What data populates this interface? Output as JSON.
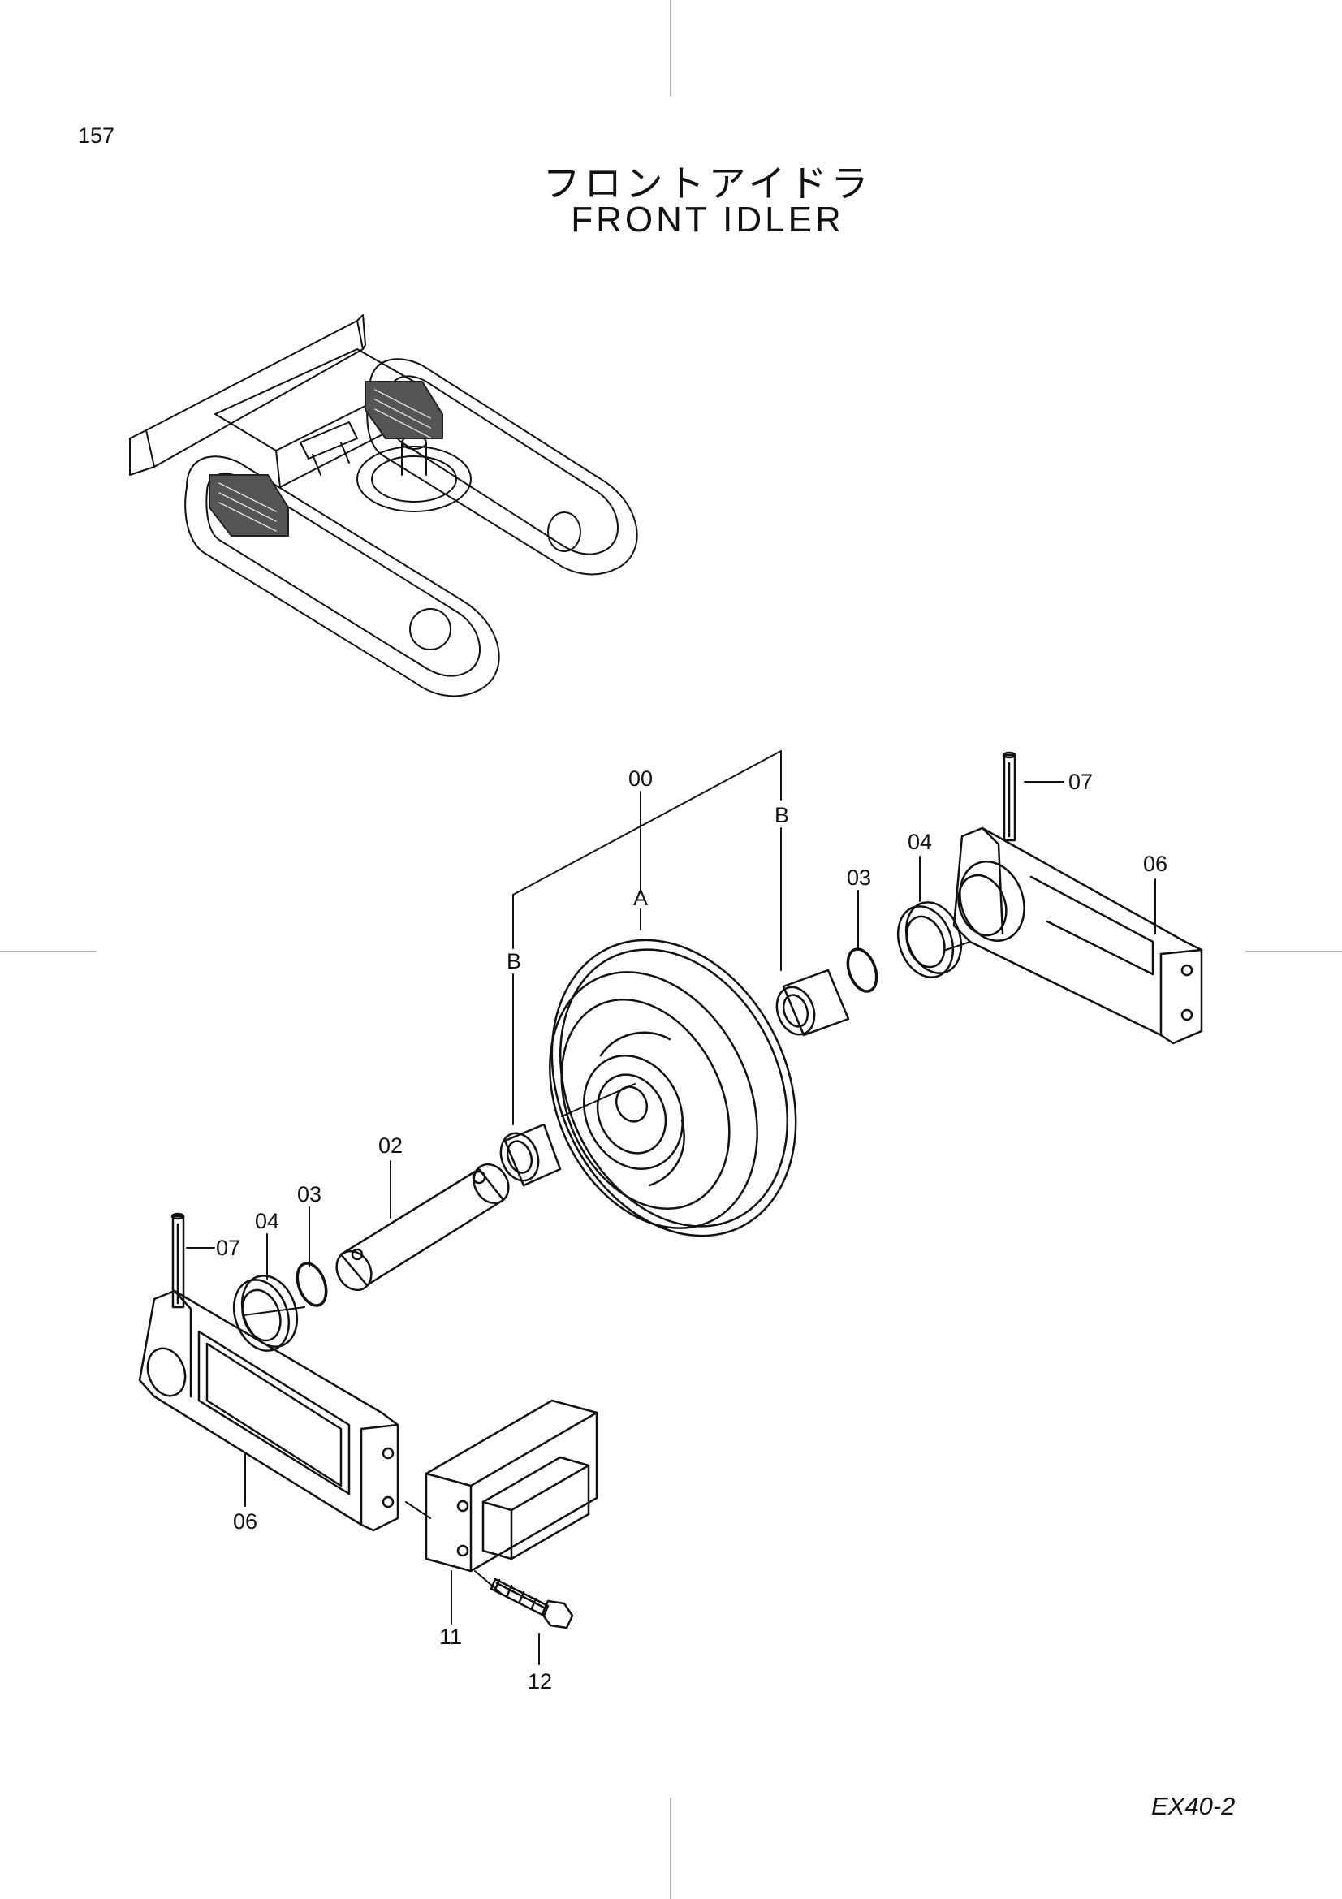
{
  "page_number": "157",
  "title_jp": "フロントアイドラ",
  "title_en": "FRONT  IDLER",
  "model": "EX40-2",
  "callouts": {
    "p00": "00",
    "pA": "A",
    "pB_left": "B",
    "pB_right": "B",
    "p02": "02",
    "p03_left": "03",
    "p03_right": "03",
    "p04_left": "04",
    "p04_right": "04",
    "p06_left": "06",
    "p06_right": "06",
    "p07_left": "07",
    "p07_right": "07",
    "p11": "11",
    "p12": "12"
  }
}
